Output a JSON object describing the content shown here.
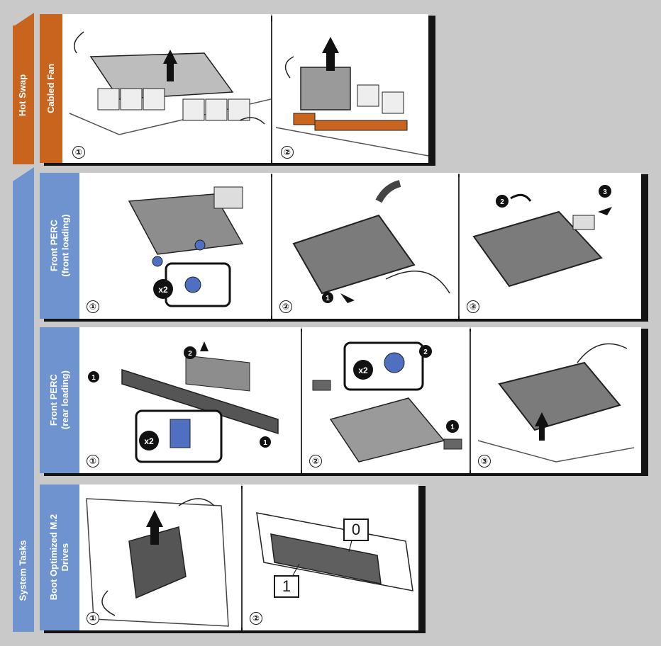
{
  "sections": {
    "hot_swap": {
      "label": "Hot Swap"
    },
    "system_tasks": {
      "label": "System Tasks"
    }
  },
  "rows": {
    "cabled_fan": {
      "label": "Cabled Fan",
      "steps": [
        "①",
        "②"
      ]
    },
    "front_perc_front": {
      "label_line1": "Front PERC",
      "label_line2": "(front loading)",
      "steps": [
        "①",
        "②",
        "③"
      ]
    },
    "front_perc_rear": {
      "label_line1": "Front PERC",
      "label_line2": "(rear loading)",
      "steps": [
        "①",
        "②",
        "③"
      ]
    },
    "boot_m2": {
      "label_line1": "Boot Optimized M.2",
      "label_line2": "Drives",
      "steps": [
        "①",
        "②"
      ]
    }
  },
  "callouts": {
    "x2": "x2",
    "sub1": "1",
    "sub2": "2",
    "sub3": "3",
    "slot0": "0",
    "slot1": "1"
  },
  "colors": {
    "hot_swap_orange": "#c8641e",
    "system_blue": "#6f93cf",
    "panel_shadow": "#141414",
    "background": "#c9c9c9"
  }
}
